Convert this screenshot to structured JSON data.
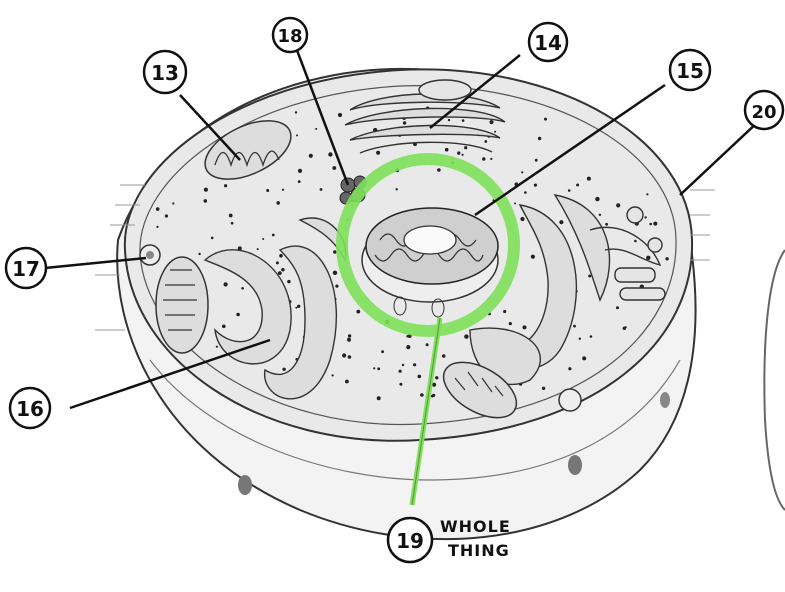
{
  "labels": {
    "l13": "13",
    "l14": "14",
    "l15": "15",
    "l16": "16",
    "l17": "17",
    "l18": "18",
    "l19": "19",
    "l20": "20"
  },
  "annotation": {
    "line1": "WHOLE",
    "line2": "THING"
  },
  "colors": {
    "highlight": "#7fe05a",
    "ink": "#111111"
  }
}
